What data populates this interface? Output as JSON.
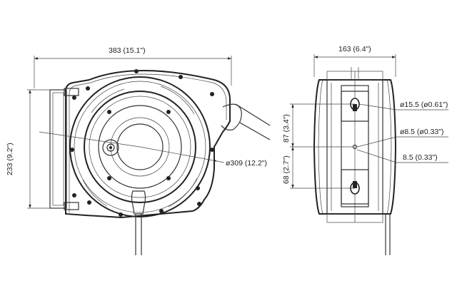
{
  "dimensions": {
    "front_width": "383 (15.1\")",
    "front_height": "233 (9.2\")",
    "front_diameter": "ø309 (12.2\")",
    "side_width": "163 (6.4\")",
    "hole_large": "ø15.5 (ø0.61\")",
    "spacing_upper": "87 (3.4\")",
    "hole_small": "ø8.5 (ø0.33\")",
    "spacing_lower": "68 (2.7\")",
    "slot_width": "8.5 (0.33\")"
  }
}
